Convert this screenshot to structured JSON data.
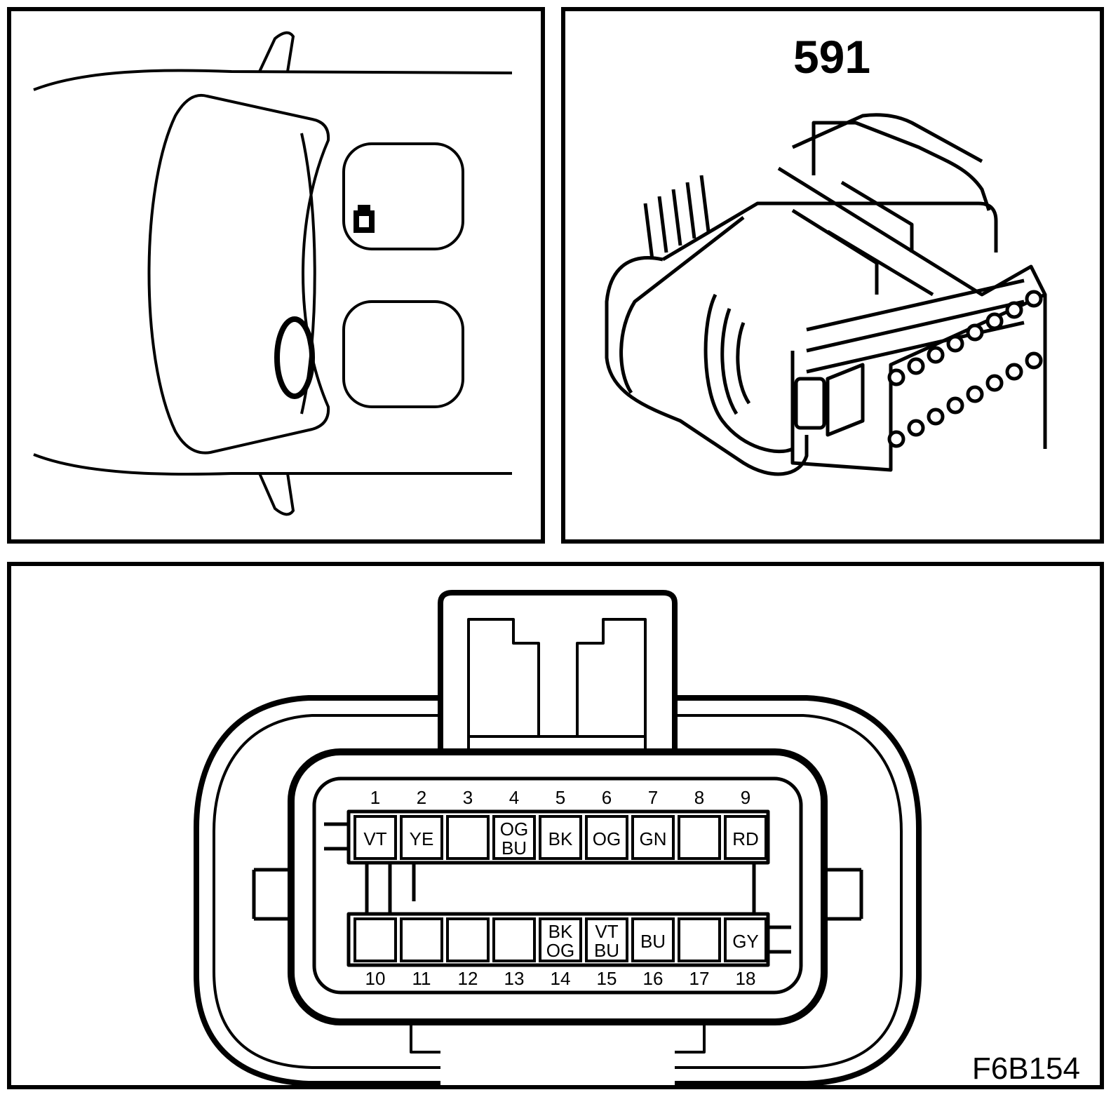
{
  "connector_number": "591",
  "figure_code": "F6B154",
  "location_icon": "connector-location-icon",
  "pins": [
    {
      "number": "1",
      "color": "VT"
    },
    {
      "number": "2",
      "color": "YE"
    },
    {
      "number": "3",
      "color": ""
    },
    {
      "number": "4",
      "color": "OG BU"
    },
    {
      "number": "5",
      "color": "BK"
    },
    {
      "number": "6",
      "color": "OG"
    },
    {
      "number": "7",
      "color": "GN"
    },
    {
      "number": "8",
      "color": ""
    },
    {
      "number": "9",
      "color": "RD"
    },
    {
      "number": "10",
      "color": ""
    },
    {
      "number": "11",
      "color": ""
    },
    {
      "number": "12",
      "color": ""
    },
    {
      "number": "13",
      "color": ""
    },
    {
      "number": "14",
      "color": "BK OG"
    },
    {
      "number": "15",
      "color": "VT BU"
    },
    {
      "number": "16",
      "color": "BU"
    },
    {
      "number": "17",
      "color": ""
    },
    {
      "number": "18",
      "color": "GY"
    }
  ]
}
